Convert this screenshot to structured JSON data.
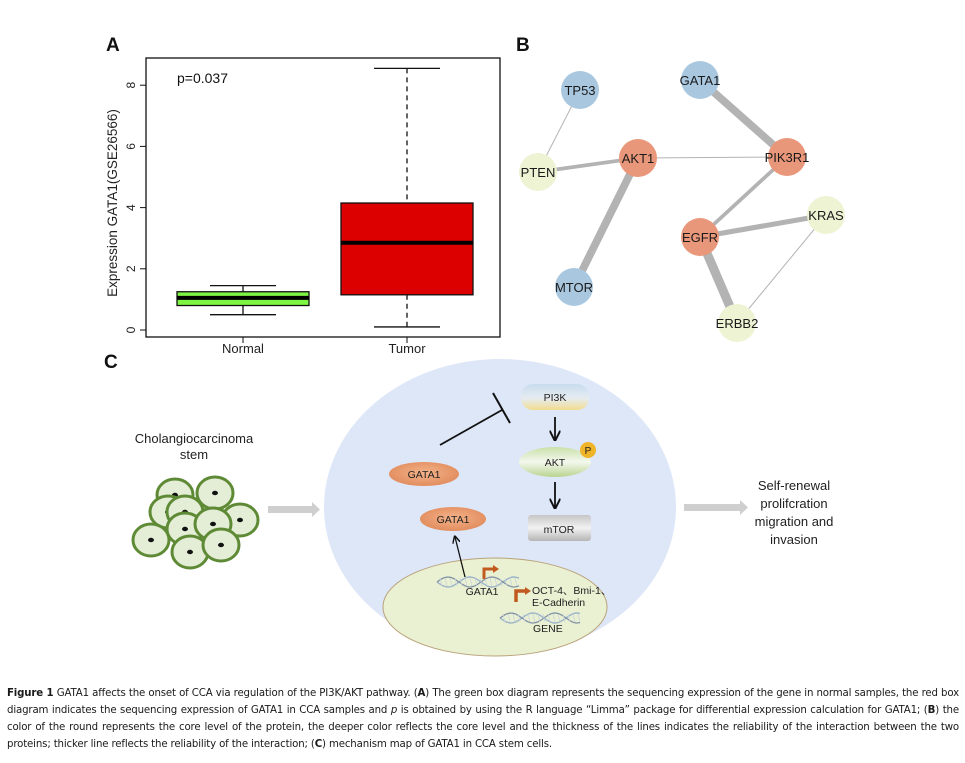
{
  "panels": {
    "a": {
      "label": "A"
    },
    "b": {
      "label": "B"
    },
    "c": {
      "label": "C"
    }
  },
  "chart_data": {
    "type": "box",
    "title": "",
    "annotation": "p=0.037",
    "xlabel": "",
    "ylabel": "Expression GATA1(GSE26566)",
    "ylim": [
      -0.3,
      8.9
    ],
    "yticks": [
      0,
      2,
      4,
      6,
      8
    ],
    "categories": [
      "Normal",
      "Tumor"
    ],
    "series": [
      {
        "name": "Normal",
        "color": "#7ef542",
        "whisker_low": 0.5,
        "q1": 0.8,
        "median": 1.05,
        "q3": 1.25,
        "whisker_high": 1.45
      },
      {
        "name": "Tumor",
        "color": "#dd0000",
        "whisker_low": 0.1,
        "q1": 1.15,
        "median": 2.85,
        "q3": 4.15,
        "whisker_high": 8.55
      }
    ],
    "grid": false,
    "legend": "none"
  },
  "network": {
    "colors": {
      "high": "#e9977a",
      "mid": "#a9c8e0",
      "low": "#eef3d4",
      "edge": "#b3b3b3"
    },
    "nodes": [
      {
        "id": "TP53",
        "label": "TP53",
        "level": "mid"
      },
      {
        "id": "GATA1",
        "label": "GATA1",
        "level": "mid"
      },
      {
        "id": "AKT1",
        "label": "AKT1",
        "level": "high"
      },
      {
        "id": "PIK3R1",
        "label": "PIK3R1",
        "level": "high"
      },
      {
        "id": "PTEN",
        "label": "PTEN",
        "level": "low"
      },
      {
        "id": "KRAS",
        "label": "KRAS",
        "level": "low"
      },
      {
        "id": "EGFR",
        "label": "EGFR",
        "level": "high"
      },
      {
        "id": "MTOR",
        "label": "MTOR",
        "level": "mid"
      },
      {
        "id": "ERBB2",
        "label": "ERBB2",
        "level": "low"
      }
    ],
    "edges": [
      {
        "source": "TP53",
        "target": "PTEN",
        "weight": 1
      },
      {
        "source": "PTEN",
        "target": "AKT1",
        "weight": 3
      },
      {
        "source": "AKT1",
        "target": "PIK3R1",
        "weight": 1
      },
      {
        "source": "AKT1",
        "target": "MTOR",
        "weight": 6
      },
      {
        "source": "GATA1",
        "target": "PIK3R1",
        "weight": 6
      },
      {
        "source": "PIK3R1",
        "target": "EGFR",
        "weight": 3
      },
      {
        "source": "EGFR",
        "target": "KRAS",
        "weight": 4
      },
      {
        "source": "EGFR",
        "target": "ERBB2",
        "weight": 7
      },
      {
        "source": "KRAS",
        "target": "ERBB2",
        "weight": 1
      }
    ]
  },
  "mechanism": {
    "cell_label_line1": "Cholangiocarcinoma",
    "cell_label_line2": "stem",
    "pi3k": "PI3K",
    "akt": "AKT",
    "phospho": "P",
    "mtor": "mTOR",
    "gata1_upper": "GATA1",
    "gata1_lower": "GATA1",
    "dna_gata1": "GATA1",
    "targets_line1": "OCT-4、Bmi-1、",
    "targets_line2": "E-Cadherin",
    "gene": "GENE",
    "outcome": [
      "Self-renewal",
      "prolifcration",
      "migration and",
      "invasion"
    ]
  },
  "caption": {
    "figure_label": "Figure 1",
    "title": "GATA1 affects the onset of CCA via regulation of the PI3K/AKT pathway.",
    "part_a_label": "A",
    "part_a_text_1": "The green box diagram represents the sequencing expression of the gene in normal samples, the red box diagram indicates the sequencing expression of GATA1 in CCA samples and",
    "p_symbol": "p",
    "part_a_text_2": "is obtained by using the R language “Limma” package for differential expression calculation for GATA1;",
    "part_b_label": "B",
    "part_b_text": "the color of the round represents the core level of the protein, the deeper color reflects the core level and the thickness of the lines indicates the reliability of the interaction between the two proteins; thicker line reflects the reliability of the interaction;",
    "part_c_label": "C",
    "part_c_text": "mechanism map of GATA1 in CCA stem cells."
  }
}
